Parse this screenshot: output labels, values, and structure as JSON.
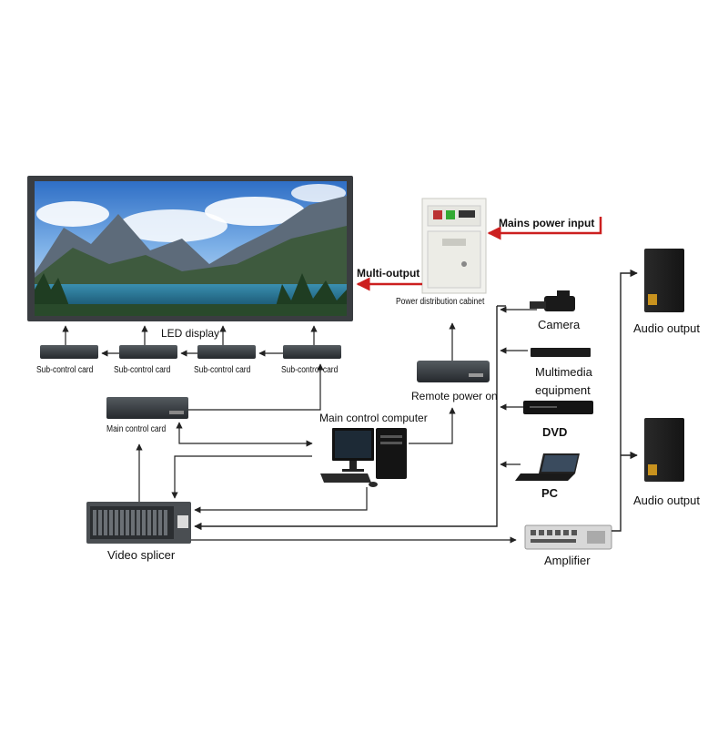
{
  "labels": {
    "led_display": "LED display",
    "sub_control_card": "Sub-control card",
    "main_control_card": "Main control card",
    "main_control_computer": "Main control computer",
    "video_splicer": "Video splicer",
    "power_distribution_cabinet": "Power distribution cabinet",
    "mains_power_input": "Mains power input",
    "multi_output": "Multi-output",
    "remote_power_on": "Remote power on",
    "camera": "Camera",
    "multimedia_equipment_line1": "Multimedia",
    "multimedia_equipment_line2": "equipment",
    "dvd": "DVD",
    "pc": "PC",
    "amplifier": "Amplifier",
    "audio_output": "Audio output"
  },
  "colors": {
    "power_line": "#cc1f1f",
    "signal_line": "#222222",
    "device_dark": "#2e3338",
    "cabinet": "#f2f2ee"
  }
}
